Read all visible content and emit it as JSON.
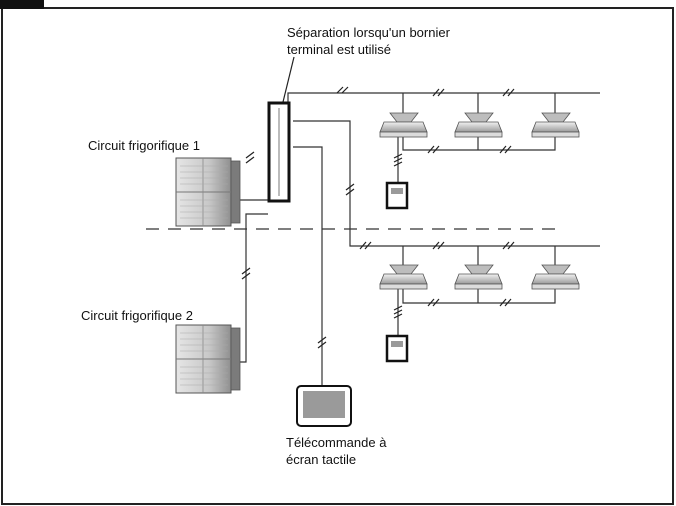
{
  "labels": {
    "separation_line1": "Séparation lorsqu'un bornier",
    "separation_line2": "terminal est utilisé",
    "circuit1": "Circuit frigorifique 1",
    "circuit2": "Circuit frigorifique 2",
    "touch_remote_line1": "Télécommande à",
    "touch_remote_line2": "écran tactile"
  },
  "colors": {
    "line": "#222222",
    "unit_fill": "#d8d8d8",
    "unit_dark": "#8a8a8a",
    "screen": "#9a9a9a"
  },
  "icons": {
    "outdoor_unit": "outdoor-unit-icon",
    "indoor_cassette": "indoor-cassette-unit-icon",
    "remote": "wired-remote-controller-icon",
    "touch_screen": "touch-screen-remote-icon",
    "terminal_block": "terminal-block-icon"
  }
}
